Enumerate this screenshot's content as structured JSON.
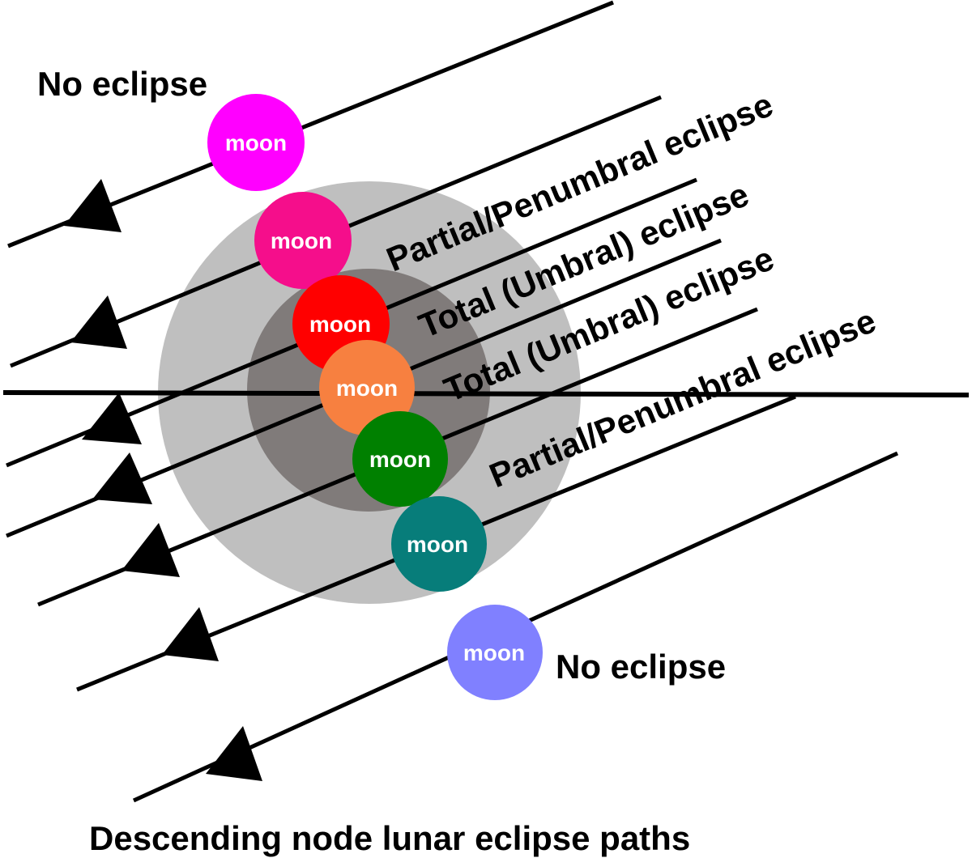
{
  "title": "Descending node lunar eclipse paths",
  "shadow": {
    "penumbra_color": "#bfbfbf",
    "umbra_color": "#807b7a"
  },
  "labels": {
    "no_eclipse_top": "No eclipse",
    "no_eclipse_bottom": "No eclipse",
    "path_labels": [
      "Partial/Penumbral eclipse",
      "Total (Umbral) eclipse",
      "Total (Umbral) eclipse",
      "Partial/Penumbral eclipse"
    ]
  },
  "moons": [
    {
      "label": "moon",
      "color": "#ff00ff"
    },
    {
      "label": "moon",
      "color": "#f50e8b"
    },
    {
      "label": "moon",
      "color": "#ff0000"
    },
    {
      "label": "moon",
      "color": "#f78040"
    },
    {
      "label": "moon",
      "color": "#008000"
    },
    {
      "label": "moon",
      "color": "#077d7a"
    },
    {
      "label": "moon",
      "color": "#8080ff"
    }
  ]
}
